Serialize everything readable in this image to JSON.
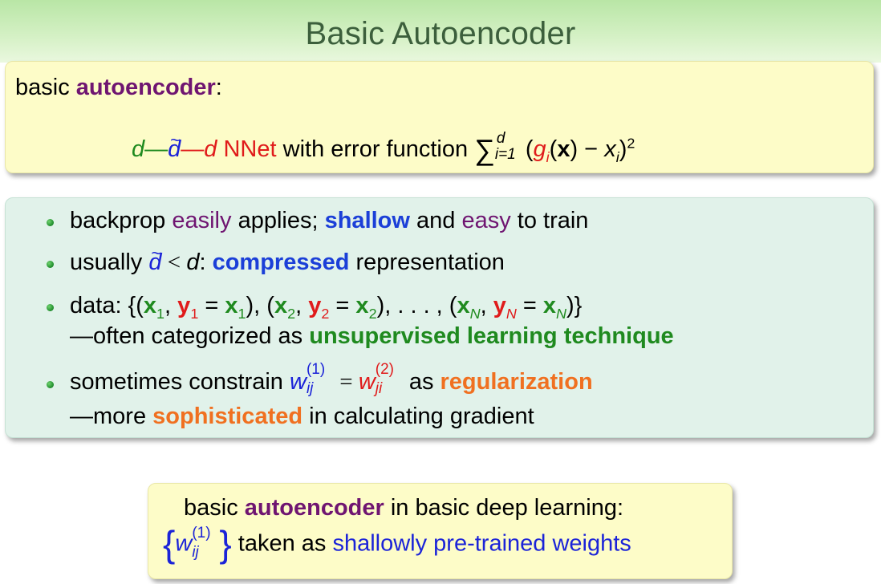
{
  "slide": {
    "title": "Basic Autoencoder"
  },
  "definition": {
    "line1_prefix": "basic ",
    "line1_term": "autoencoder",
    "line1_suffix": ":",
    "formula": {
      "d1": "d",
      "dash1": "—",
      "d_tilde": "d",
      "dash2": "—",
      "d2": "d",
      "nnet": "NNet",
      "text": " with error function ",
      "sum": "∑",
      "sum_upper": "d",
      "sum_lower": "i=1",
      "open": "(",
      "g": "g",
      "g_sub": "i",
      "x_open": "(",
      "x_bold": "x",
      "x_close": ") − ",
      "xi": "x",
      "xi_sub": "i",
      "close": ")",
      "power": "2"
    }
  },
  "bullets": {
    "b1": {
      "p1": "backprop ",
      "easily": "easily",
      "p2": " applies; ",
      "shallow": "shallow",
      "p3": " and ",
      "easy": "easy",
      "p4": " to train"
    },
    "b2": {
      "p1": "usually ",
      "d_tilde": "d",
      "lt": " < ",
      "d": "d",
      "p2": ": ",
      "compressed": "compressed",
      "p3": " representation"
    },
    "b3": {
      "p1": "data: {(",
      "x1": "x",
      "x1_sub": "1",
      "c1": ", ",
      "y1": "y",
      "y1_sub": "1",
      "eq1": " = ",
      "x1b": "x",
      "x1b_sub": "1",
      "mid1": "), (",
      "x2": "x",
      "x2_sub": "2",
      "c2": ", ",
      "y2": "y",
      "y2_sub": "2",
      "eq2": " = ",
      "x2b": "x",
      "x2b_sub": "2",
      "mid2": "), . . . , (",
      "xN": "x",
      "xN_sub": "N",
      "c3": ", ",
      "yN": "y",
      "yN_sub": "N",
      "eq3": " = ",
      "xNb": "x",
      "xNb_sub": "N",
      "end": ")}",
      "line2_prefix": "—often categorized as ",
      "line2_term": "unsupervised learning technique"
    },
    "b4": {
      "p1": "sometimes constrain ",
      "w1": "w",
      "w1_sub": "ij",
      "w1_sup": "(1)",
      "eq": " = ",
      "w2": "w",
      "w2_sub": "ji",
      "w2_sup": "(2)",
      "p2": " as ",
      "regularization": "regularization",
      "line2_prefix": "—more ",
      "sophisticated": "sophisticated",
      "line2_suffix": " in calculating gradient"
    }
  },
  "summary": {
    "line1_prefix": "basic ",
    "line1_term": "autoencoder",
    "line1_suffix": " in basic deep learning:",
    "brace_open": "{",
    "w": "w",
    "w_sub": "ij",
    "w_sup": "(1)",
    "brace_close": "}",
    "line2_text": " taken as ",
    "line2_term": "shallowly pre-trained weights"
  }
}
